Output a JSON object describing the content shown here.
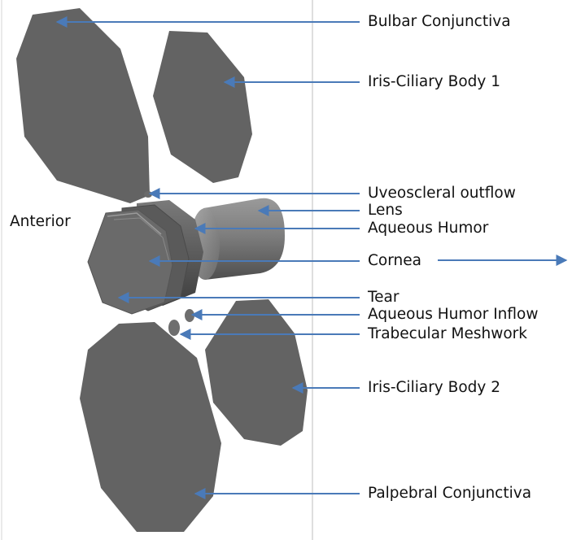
{
  "orientation_label": "Anterior",
  "labels": {
    "bulbar_conjunctiva": "Bulbar Conjunctiva",
    "iris_ciliary_body_1": "Iris-Ciliary Body 1",
    "uveoscleral_outflow": "Uveoscleral outflow",
    "lens": "Lens",
    "aqueous_humor": "Aqueous Humor",
    "cornea": "Cornea",
    "tear": "Tear",
    "aqueous_humor_inflow": "Aqueous Humor Inflow",
    "trabecular_meshwork": "Trabecular Meshwork",
    "iris_ciliary_body_2": "Iris-Ciliary Body 2",
    "palpebral_conjunctiva": "Palpebral Conjunctiva"
  },
  "colors": {
    "arrow": "#4a7ab8",
    "tissue_dark": "#5e5e5e",
    "tissue_mid": "#6a6a6a",
    "tissue_light": "#8c8c8c",
    "divider": "#c8c8c8"
  }
}
